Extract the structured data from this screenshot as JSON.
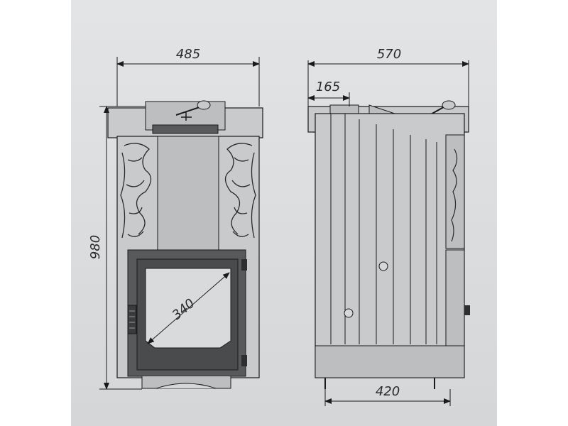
{
  "dimensions": {
    "front_width": "485",
    "side_width": "570",
    "top_offset": "165",
    "height": "980",
    "door_diagonal": "340",
    "base_width": "420"
  },
  "colors": {
    "background": "#d9dadc",
    "line": "#1a1a1a",
    "door": "#58595b"
  }
}
